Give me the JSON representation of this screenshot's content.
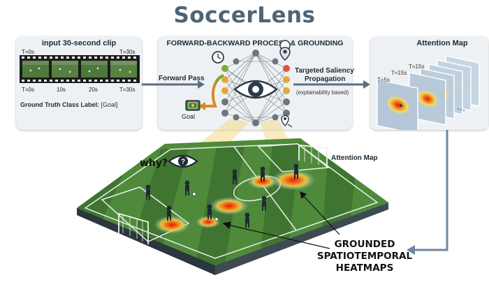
{
  "title": "SoccerLens",
  "input_panel": {
    "title": "input 30-second clip",
    "t_start_top": "T=0s",
    "t_end_top": "T=30s",
    "ticks": [
      "T=0s",
      "10s",
      "20s",
      "T=30s"
    ],
    "gt_label": "Ground Truth Class Label:",
    "gt_value": "[Goal]"
  },
  "process_panel": {
    "title": "FORWARD-BACKWARD PROCESS & GROUNDING",
    "goal_label": "Goal"
  },
  "forward_pass_label": "Forward Pass",
  "saliency": {
    "line1": "Targeted Saliency",
    "line2": "Propagation",
    "note": "(explainability based)"
  },
  "attention_panel": {
    "title": "Attention Map",
    "frame_labels": [
      "T=5s",
      "T=15s",
      "T=15s"
    ]
  },
  "why_label": "why?",
  "field_attention_label": "Attention Map",
  "heatmaps_label": [
    "GROUNDED",
    "SPATIOTEMPORAL",
    "HEATMAPS"
  ],
  "colors": {
    "title": "#4d6577",
    "panel_bg": "#eef1f4",
    "arrow": "#7a90a4",
    "pitch_light": "#4e8a3a",
    "pitch_dark": "#3f7530",
    "heat_core": "#e02010"
  }
}
